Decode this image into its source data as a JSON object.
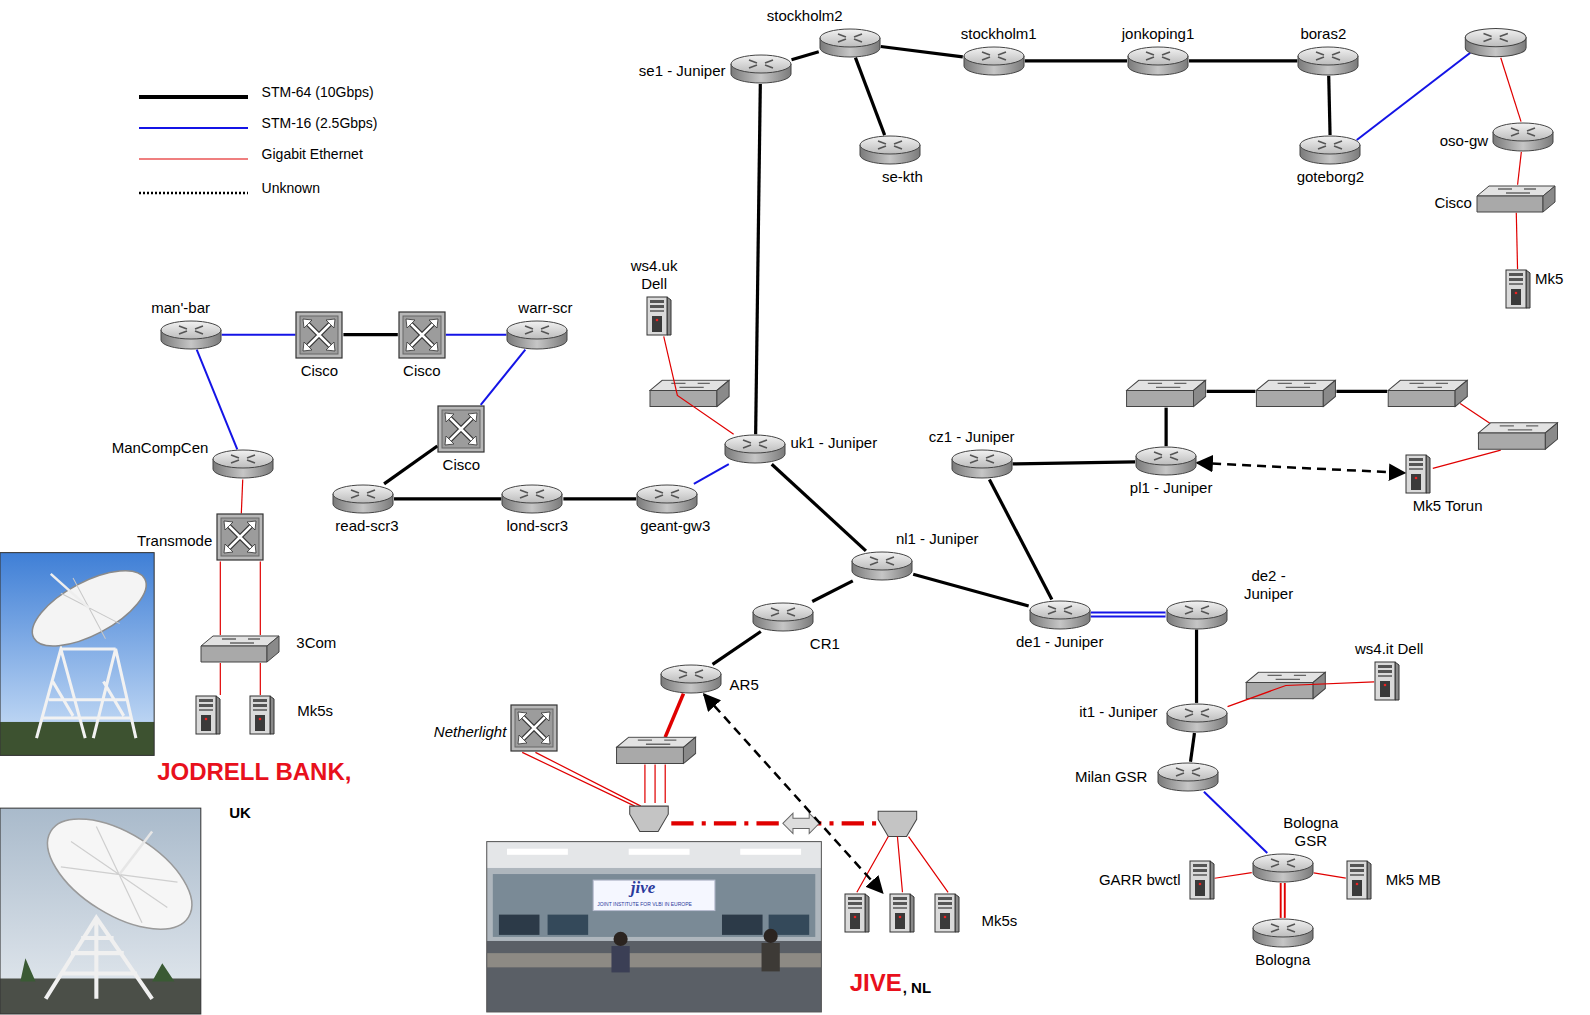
{
  "diagram": {
    "nodes": [
      {
        "text": [
          "stockholm2"
        ]
      },
      {
        "text": [
          "stockholm1"
        ]
      },
      {
        "text": [
          "jonkoping1"
        ]
      },
      {
        "text": [
          "boras2"
        ]
      },
      {
        "text": [
          "se1 - Juniper"
        ]
      },
      {
        "text": [
          "se-kth"
        ]
      },
      {
        "text": [
          "goteborg2"
        ]
      },
      {
        "text": [
          "oso-gw"
        ]
      },
      {
        "text": [
          "Cisco"
        ]
      },
      {
        "text": [
          "Mk5"
        ]
      },
      {
        "text": [
          "ws4.uk Dell"
        ]
      },
      {
        "text": [
          "man'-bar"
        ]
      },
      {
        "text": [
          "warr-scr"
        ]
      },
      {
        "text": [
          "Cisco"
        ]
      },
      {
        "text": [
          "Cisco"
        ]
      },
      {
        "text": [
          "ManCompCen"
        ]
      },
      {
        "text": [
          "uk1 - Juniper"
        ]
      },
      {
        "text": [
          "cz1 - Juniper"
        ]
      },
      {
        "text": [
          "Cisco"
        ]
      },
      {
        "text": [
          "pl1 - Juniper"
        ]
      },
      {
        "text": [
          "read-scr3"
        ]
      },
      {
        "text": [
          "lond-scr3"
        ]
      },
      {
        "text": [
          "geant-gw3"
        ]
      },
      {
        "text": [
          "Mk5 Torun"
        ]
      },
      {
        "text": [
          "Transmode"
        ]
      },
      {
        "text": [
          "nl1 - Juniper"
        ]
      },
      {
        "text": [
          "de2 - Juniper"
        ]
      },
      {
        "text": [
          "CR1"
        ]
      },
      {
        "text": [
          "de1 - Juniper"
        ]
      },
      {
        "text": [
          "ws4.it Dell"
        ]
      },
      {
        "text": [
          "3Com"
        ]
      },
      {
        "text": [
          "AR5"
        ]
      },
      {
        "text": [
          "Mk5s"
        ]
      },
      {
        "text": [
          "it1 - Juniper"
        ]
      },
      {
        "text": [
          "Netherlight"
        ]
      },
      {
        "text": [
          "Milan GSR"
        ]
      },
      {
        "text": [
          "Bologna GSR"
        ]
      },
      {
        "text": [
          "GARR bwctl"
        ]
      },
      {
        "text": [
          "Mk5 MB"
        ]
      },
      {
        "text": [
          "Mk5s"
        ]
      },
      {
        "text": [
          "Bologna"
        ]
      }
    ],
    "edges": [
      {
        "from": 4,
        "to": 0,
        "arrow": "none"
      },
      {
        "from": 0,
        "to": 5,
        "arrow": "none"
      },
      {
        "from": 0,
        "to": 1,
        "arrow": "none"
      },
      {
        "from": 1,
        "to": 2,
        "arrow": "none"
      },
      {
        "from": 2,
        "to": 3,
        "arrow": "none"
      },
      {
        "from": 3,
        "to": 6,
        "arrow": "none"
      },
      {
        "from": 4,
        "to": 16,
        "arrow": "none"
      },
      {
        "from": 10,
        "to": 16,
        "arrow": "none"
      },
      {
        "from": 16,
        "to": 22,
        "arrow": "none"
      },
      {
        "from": 22,
        "to": 21,
        "arrow": "none"
      },
      {
        "from": 21,
        "to": 20,
        "arrow": "none"
      },
      {
        "from": 20,
        "to": 18,
        "arrow": "none"
      },
      {
        "from": 18,
        "to": 12,
        "arrow": "none"
      },
      {
        "from": 12,
        "to": 14,
        "arrow": "none"
      },
      {
        "from": 14,
        "to": 13,
        "arrow": "none"
      },
      {
        "from": 13,
        "to": 11,
        "arrow": "none"
      },
      {
        "from": 11,
        "to": 15,
        "arrow": "none"
      },
      {
        "from": 15,
        "to": 24,
        "arrow": "none"
      },
      {
        "from": 24,
        "to": 30,
        "arrow": "none"
      },
      {
        "from": 30,
        "to": 32,
        "arrow": "none"
      },
      {
        "from": 16,
        "to": 25,
        "arrow": "none"
      },
      {
        "from": 25,
        "to": 27,
        "arrow": "none"
      },
      {
        "from": 27,
        "to": 31,
        "arrow": "none"
      },
      {
        "from": 31,
        "to": 39,
        "arrow": "both"
      },
      {
        "from": 25,
        "to": 28,
        "arrow": "none"
      },
      {
        "from": 28,
        "to": 17,
        "arrow": "none"
      },
      {
        "from": 17,
        "to": 19,
        "arrow": "none"
      },
      {
        "from": 19,
        "to": 23,
        "arrow": "both"
      },
      {
        "from": 28,
        "to": 26,
        "arrow": "none"
      },
      {
        "from": 26,
        "to": 33,
        "arrow": "none"
      },
      {
        "from": 33,
        "to": 29,
        "arrow": "none"
      },
      {
        "from": 33,
        "to": 35,
        "arrow": "none"
      },
      {
        "from": 35,
        "to": 36,
        "arrow": "none"
      },
      {
        "from": 36,
        "to": 37,
        "arrow": "none"
      },
      {
        "from": 36,
        "to": 38,
        "arrow": "none"
      },
      {
        "from": 36,
        "to": 40,
        "arrow": "none"
      },
      {
        "from": 7,
        "to": 8,
        "arrow": "none"
      },
      {
        "from": 8,
        "to": 9,
        "arrow": "none"
      }
    ],
    "labels": [
      "JODRELL BANK,",
      "UK",
      "JIVE",
      ", NL",
      "jive",
      "JOINT INSTITUTE FOR VLBI IN EUROPE"
    ],
    "legend": [
      {
        "text": "STM-64 (10Gbps)"
      },
      {
        "text": "STM-16 (2.5Gbps)"
      },
      {
        "text": "Gigabit Ethernet"
      },
      {
        "text": "Unknown"
      }
    ]
  }
}
